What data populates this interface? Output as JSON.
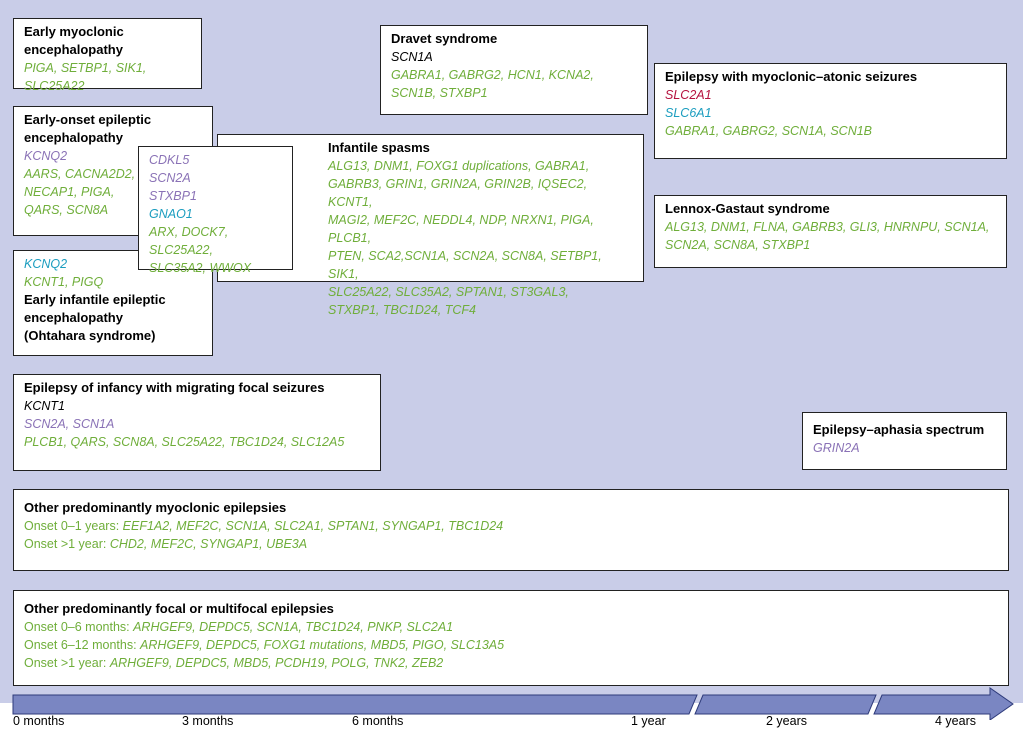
{
  "colors": {
    "background": "#c9cde8",
    "green": "#6fae3a",
    "purple": "#8a72b6",
    "blue": "#1b9dbf",
    "red": "#b5123f",
    "arrow": "#7a86c2"
  },
  "boxes": {
    "early_myoclonic": {
      "title_1": "Early myoclonic",
      "title_2": "encephalopathy",
      "genes_1": "PIGA, SETBP1, SIK1, SLC25A22"
    },
    "early_onset": {
      "title_1": "Early-onset epileptic",
      "title_2": "encephalopathy",
      "genes_purple": "KCNQ2",
      "genes_1": "AARS, CACNA2D2,",
      "genes_2": "NECAP1, PIGA,",
      "genes_3": "QARS, SCN8A"
    },
    "overlap": {
      "purple_1": "CDKL5",
      "purple_2": "SCN2A",
      "purple_3": "STXBP1",
      "blue_1": "GNAO1",
      "genes_1": "ARX, DOCK7, SLC25A22,",
      "genes_2": "SLC35A2, WWOX"
    },
    "ohtahara": {
      "blue_1": "KCNQ2",
      "genes_1": "KCNT1, PIGQ",
      "title_1": "Early infantile epileptic",
      "title_2": "encephalopathy",
      "title_3": "(Ohtahara syndrome)"
    },
    "dravet": {
      "title": "Dravet syndrome",
      "primary": "SCN1A",
      "genes_1": "GABRA1, GABRG2, HCN1, KCNA2,",
      "genes_2": "SCN1B, STXBP1"
    },
    "infantile_spasms": {
      "title": "Infantile spasms",
      "genes_1": "ALG13, DNM1, FOXG1 duplications, GABRA1,",
      "genes_2": "GABRB3, GRIN1, GRIN2A, GRIN2B, IQSEC2, KCNT1,",
      "genes_3": "MAGI2, MEF2C, NEDDL4, NDP, NRXN1, PIGA, PLCB1,",
      "genes_4": "PTEN, SCA2,SCN1A, SCN2A, SCN8A, SETBP1, SIK1,",
      "genes_5": "SLC25A22, SLC35A2, SPTAN1, ST3GAL3,",
      "genes_6": "STXBP1, TBC1D24, TCF4"
    },
    "myoclonic_atonic": {
      "title": "Epilepsy with myoclonic–atonic seizures",
      "red_1": "SLC2A1",
      "blue_1": "SLC6A1",
      "genes_1": "GABRA1, GABRG2, SCN1A, SCN1B"
    },
    "lennox": {
      "title": "Lennox-Gastaut syndrome",
      "genes_1": "ALG13, DNM1, FLNA, GABRB3, GLI3, HNRNPU, SCN1A,",
      "genes_2": "SCN2A, SCN8A, STXBP1"
    },
    "migrating": {
      "title": "Epilepsy of infancy with migrating focal seizures",
      "primary": "KCNT1",
      "purple_1": "SCN2A, SCN1A",
      "genes_1": "PLCB1, QARS, SCN8A, SLC25A22, TBC1D24, SLC12A5"
    },
    "aphasia": {
      "title": "Epilepsy–aphasia spectrum",
      "purple_1": "GRIN2A"
    },
    "myoclonic_other": {
      "title": "Other predominantly myoclonic epilepsies",
      "line_1_label": "Onset 0–1 years: ",
      "line_1_genes": "EEF1A2, MEF2C, SCN1A, SLC2A1, SPTAN1, SYNGAP1, TBC1D24",
      "line_2_label": "Onset >1 year: ",
      "line_2_genes": "CHD2, MEF2C, SYNGAP1, UBE3A"
    },
    "focal_other": {
      "title": "Other predominantly focal or multifocal epilepsies",
      "line_1_label": "Onset 0–6 months: ",
      "line_1_genes": "ARHGEF9, DEPDC5, SCN1A, TBC1D24, PNKP, SLC2A1",
      "line_2_label": "Onset 6–12 months: ",
      "line_2_genes": "ARHGEF9, DEPDC5, FOXG1 mutations, MBD5, PIGO, SLC13A5",
      "line_3_label": "Onset >1 year: ",
      "line_3_genes": "ARHGEF9, DEPDC5, MBD5, PCDH19, POLG, TNK2, ZEB2"
    }
  },
  "axis": {
    "ticks": [
      "0 months",
      "3 months",
      "6 months",
      "1 year",
      "2 years",
      "4 years"
    ]
  }
}
